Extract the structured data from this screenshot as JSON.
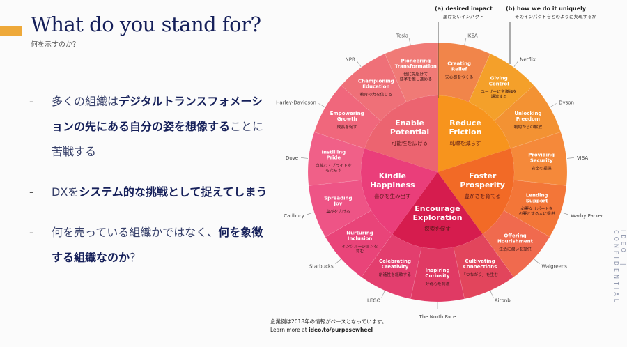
{
  "slide": {
    "title": "What do you stand for?",
    "subtitle": "何を示すのか？",
    "bullets": [
      [
        {
          "t": "多くの組織は",
          "b": false
        },
        {
          "t": "デジタルトランスフォメーションの先にある自分の姿を想像する",
          "b": true
        },
        {
          "t": "ことに苦戦する",
          "b": false
        }
      ],
      [
        {
          "t": "DXを",
          "b": false
        },
        {
          "t": "システム的な挑戦として捉えてしまう",
          "b": true
        }
      ],
      [
        {
          "t": "何を売っている組織かではなく、",
          "b": false
        },
        {
          "t": "何を象徴する組織なのか",
          "b": true
        },
        {
          "t": "？",
          "b": false
        }
      ]
    ],
    "bullet_dash": "-",
    "confidential": "IDEO　|　CONFIDENTIAL"
  },
  "wheel": {
    "header_a": {
      "title": "(a) desired impact",
      "sub": "届けたいインパクト"
    },
    "header_b": {
      "title": "(b) how we do it uniquely",
      "sub": "そのインパクトをどのように実現するか"
    },
    "inner": [
      {
        "title": [
          "Reduce",
          "Friction"
        ],
        "jp": "軋轢を減らす",
        "color": "#f7941d"
      },
      {
        "title": [
          "Foster",
          "Prosperity"
        ],
        "jp": "豊かさを育てる",
        "color": "#f26a26"
      },
      {
        "title": [
          "Encourage",
          "Exploration"
        ],
        "jp": "探索を促す",
        "color": "#d61c4e"
      },
      {
        "title": [
          "Kindle",
          "Happiness"
        ],
        "jp": "喜びを生み出す",
        "color": "#ea3e7a"
      },
      {
        "title": [
          "Enable",
          "Potential"
        ],
        "jp": "可能性を広げる",
        "color": "#ec6470"
      }
    ],
    "outer": [
      {
        "title": [
          "Creating",
          "Relief"
        ],
        "jp": [
          "安心感をつくる"
        ],
        "brand": "IKEA",
        "color": "#f1854a"
      },
      {
        "title": [
          "Giving",
          "Control"
        ],
        "jp": [
          "ユーザーに主導権を",
          "譲渡する"
        ],
        "brand": "Netflix",
        "color": "#f4a02a"
      },
      {
        "title": [
          "Unlocking",
          "Freedom"
        ],
        "jp": [
          "制約からの解放"
        ],
        "brand": "Dyson",
        "color": "#f39233"
      },
      {
        "title": [
          "Providing",
          "Security"
        ],
        "jp": [
          "安全の提供"
        ],
        "brand": "VISA",
        "color": "#f5893a"
      },
      {
        "title": [
          "Lending",
          "Support"
        ],
        "jp": [
          "必要なサポートを",
          "必要とする人に提供"
        ],
        "brand": "Warby Parker",
        "color": "#f37638"
      },
      {
        "title": [
          "Offering",
          "Nourishment"
        ],
        "jp": [
          "生活に潤いを提供"
        ],
        "brand": "Walgreens",
        "color": "#f06a4e"
      },
      {
        "title": [
          "Cultivating",
          "Connections"
        ],
        "jp": [
          "「つながり」を生む"
        ],
        "brand": "Airbnb",
        "color": "#e2455c"
      },
      {
        "title": [
          "Inspiring",
          "Curiosity"
        ],
        "jp": [
          "好奇心を刺激"
        ],
        "brand": "The North Face",
        "color": "#e03a64"
      },
      {
        "title": [
          "Celebrating",
          "Creativity"
        ],
        "jp": [
          "創造性を謳歌する"
        ],
        "brand": "LEGO",
        "color": "#e33e6e"
      },
      {
        "title": [
          "Nurturing",
          "Inclusion"
        ],
        "jp": [
          "インクルージョンを",
          "育む"
        ],
        "brand": "Starbucks",
        "color": "#e94479"
      },
      {
        "title": [
          "Spreading",
          "Joy"
        ],
        "jp": [
          "喜びを広げる"
        ],
        "brand": "Cadbury",
        "color": "#ee5486"
      },
      {
        "title": [
          "Instilling",
          "Pride"
        ],
        "jp": [
          "自尊心・プライドを",
          "もたらす"
        ],
        "brand": "Dove",
        "color": "#f06088"
      },
      {
        "title": [
          "Empowering",
          "Growth"
        ],
        "jp": [
          "成長を促す"
        ],
        "brand": "Harley-Davidson",
        "color": "#f0677c"
      },
      {
        "title": [
          "Championing",
          "Education"
        ],
        "jp": [
          "教育の力を信じる"
        ],
        "brand": "NPR",
        "color": "#ef7078"
      },
      {
        "title": [
          "Pioneering",
          "Transformation"
        ],
        "jp": [
          "他に先駆けて",
          "変革を推し進める"
        ],
        "brand": "Tesla",
        "color": "#f07a76"
      }
    ],
    "footer": {
      "note": "企業例は2018年の情報がベースとなっています。",
      "learn": "Learn more at ",
      "link": "ideo.to/purposewheel"
    }
  }
}
